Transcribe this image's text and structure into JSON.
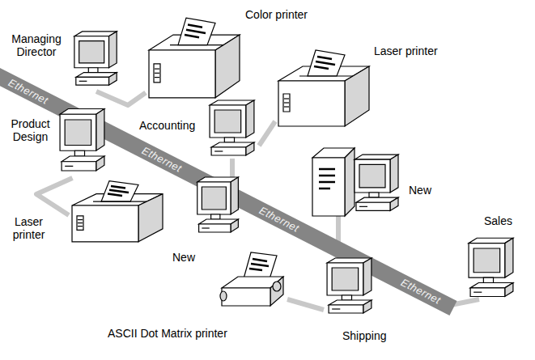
{
  "diagram": {
    "nodes": [
      {
        "text": [
          "Managing Director"
        ]
      },
      {
        "text": [
          "Color printer"
        ]
      },
      {
        "text": [
          "Laser printer"
        ]
      },
      {
        "text": [
          "Product Design"
        ]
      },
      {
        "text": [
          "Accounting"
        ]
      },
      {
        "text": [
          "Laser printer"
        ]
      },
      {
        "text": [
          "New"
        ]
      },
      {
        "text": [
          "New"
        ]
      },
      {
        "text": [
          "Sales"
        ]
      },
      {
        "text": [
          "ASCII Dot Matrix printer"
        ]
      },
      {
        "text": [
          "Shipping"
        ]
      }
    ],
    "edges": [
      {
        "from": 0,
        "to": 1,
        "arrow": "none"
      },
      {
        "from": 4,
        "to": 2,
        "arrow": "none"
      },
      {
        "from": 3,
        "to": 5,
        "arrow": "none"
      },
      {
        "from": 10,
        "to": 9,
        "arrow": "none"
      }
    ],
    "labels": [
      "Ethernet",
      "Ethernet",
      "Ethernet",
      "Ethernet"
    ]
  }
}
